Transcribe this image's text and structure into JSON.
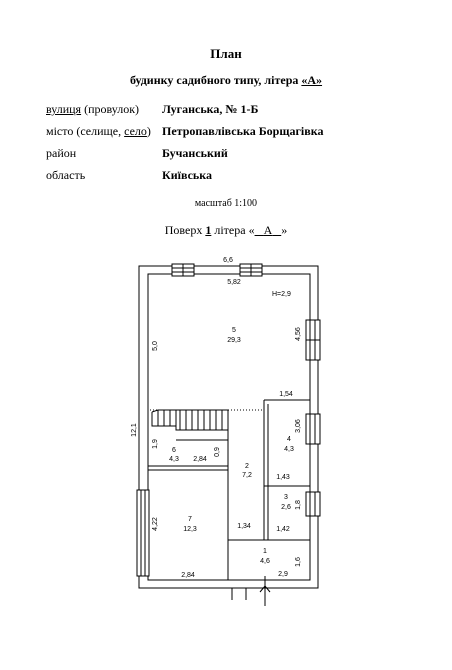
{
  "header": {
    "title": "План",
    "subtitle_prefix": "будинку садибного типу, літера ",
    "subtitle_letter": "«А»"
  },
  "address": {
    "street_label_u": "вулиця",
    "street_label_rest": " (провулок)",
    "street_value": "Луганська,  № 1-Б",
    "city_label_a": "місто (селище, ",
    "city_label_u": "село",
    "city_label_b": ")",
    "city_value": "Петропавлівська Борщагівка",
    "district_label": "район",
    "district_value": "Бучанський",
    "region_label": "область",
    "region_value": "Київська"
  },
  "scale_text": "масштаб 1:100",
  "floor_line": {
    "prefix": "Поверх ",
    "floor_number": "1",
    "middle": " літера «",
    "letter": "А",
    "suffix": "»"
  },
  "plan": {
    "outer_width": "6,6",
    "outer_height": "12,1",
    "inner_width_top": "5,82",
    "ceiling_height": "Н=2,9",
    "rooms": [
      {
        "id": "5",
        "area": "29,3"
      },
      {
        "id": "4",
        "area": "4,3"
      },
      {
        "id": "6",
        "area": "4,3"
      },
      {
        "id": "2",
        "area": "7,2"
      },
      {
        "id": "3",
        "area": "2,6"
      },
      {
        "id": "7",
        "area": "12,3"
      },
      {
        "id": "1",
        "area": "4,6"
      }
    ],
    "dims": {
      "d_5_0": "5,0",
      "d_4_56": "4,56",
      "d_1_54": "1,54",
      "d_3_06": "3,06",
      "d_1_9": "1,9",
      "d_2_84_top": "2,84",
      "d_0_9": "0,9",
      "d_1_43": "1,43",
      "d_1_8": "1,8",
      "d_4_22": "4,22",
      "d_1_34": "1,34",
      "d_1_42": "1,42",
      "d_1_6": "1,6",
      "d_2_84_bottom": "2,84",
      "d_2_9": "2,9"
    }
  }
}
